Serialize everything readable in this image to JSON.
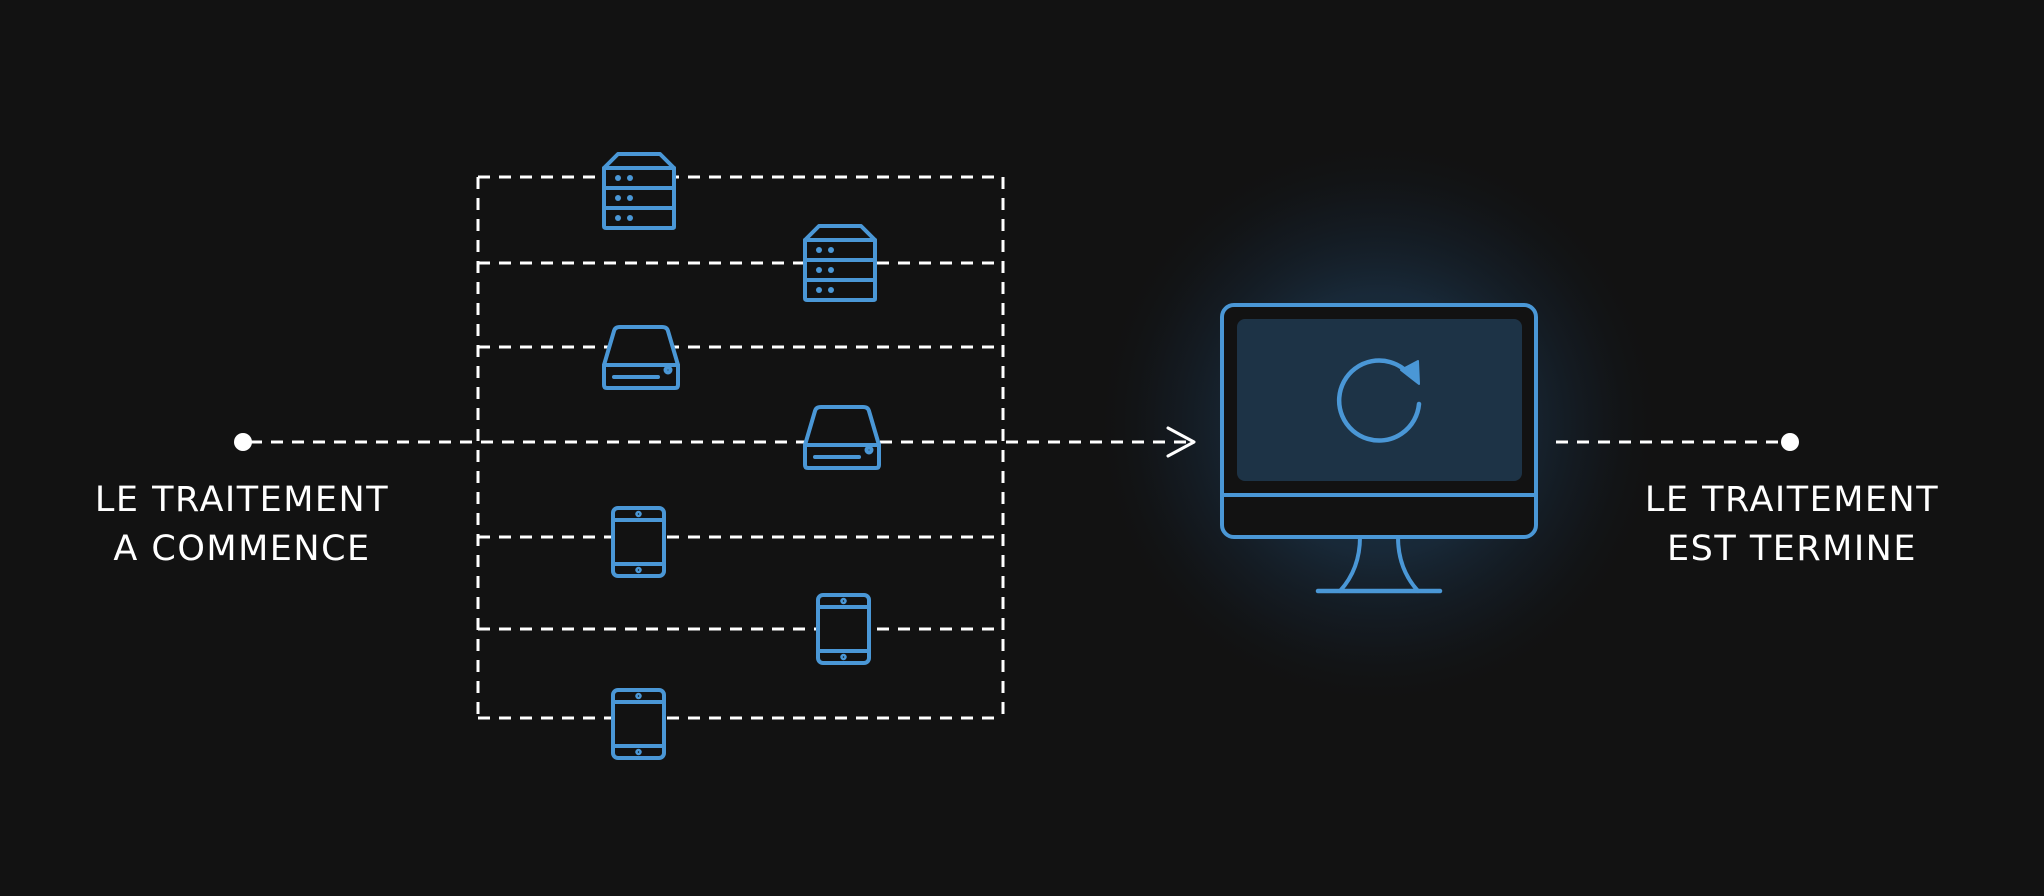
{
  "diagram": {
    "start_label": [
      "LE TRAITEMENT",
      "A COMMENCE"
    ],
    "end_label": [
      "LE TRAITEMENT",
      "EST TERMINE"
    ],
    "colors": {
      "background": "#121212",
      "line": "#ffffff",
      "accent": "#4a97d6",
      "screen": "#1d3346",
      "glow": "#1e3a52"
    },
    "devices": [
      {
        "kind": "server",
        "icon": "server-rack-icon"
      },
      {
        "kind": "server",
        "icon": "server-rack-icon"
      },
      {
        "kind": "drive",
        "icon": "hard-drive-icon"
      },
      {
        "kind": "drive",
        "icon": "hard-drive-icon"
      },
      {
        "kind": "tablet",
        "icon": "tablet-icon"
      },
      {
        "kind": "tablet",
        "icon": "tablet-icon"
      },
      {
        "kind": "tablet",
        "icon": "tablet-icon"
      }
    ],
    "target": {
      "kind": "computer",
      "icon": "monitor-icon",
      "status": "refresh-icon"
    }
  }
}
